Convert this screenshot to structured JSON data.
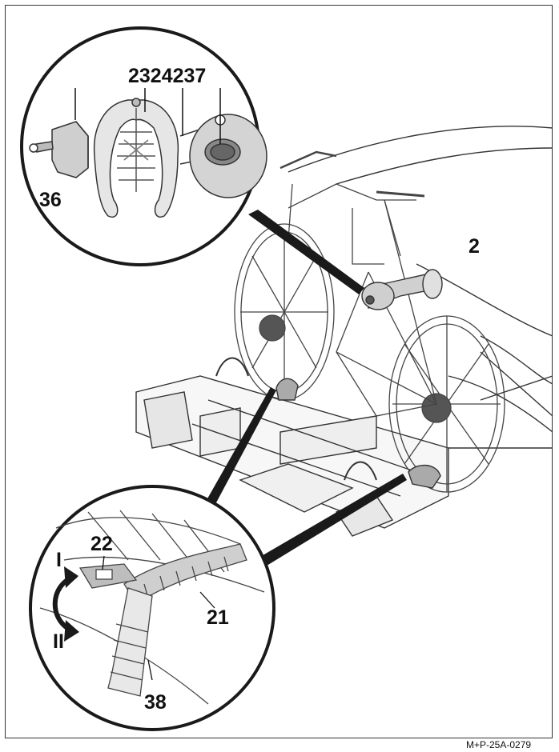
{
  "figure": {
    "labels": {
      "top_group": "2324237",
      "l36": "36",
      "l2": "2",
      "l22": "22",
      "lI": "I",
      "lII": "II",
      "l21": "21",
      "l38": "38"
    },
    "code": "M+P-25A-0279",
    "ink_color": "#1a1a1a",
    "paper_color": "#ffffff",
    "shade_color": "#d9d9d9"
  }
}
